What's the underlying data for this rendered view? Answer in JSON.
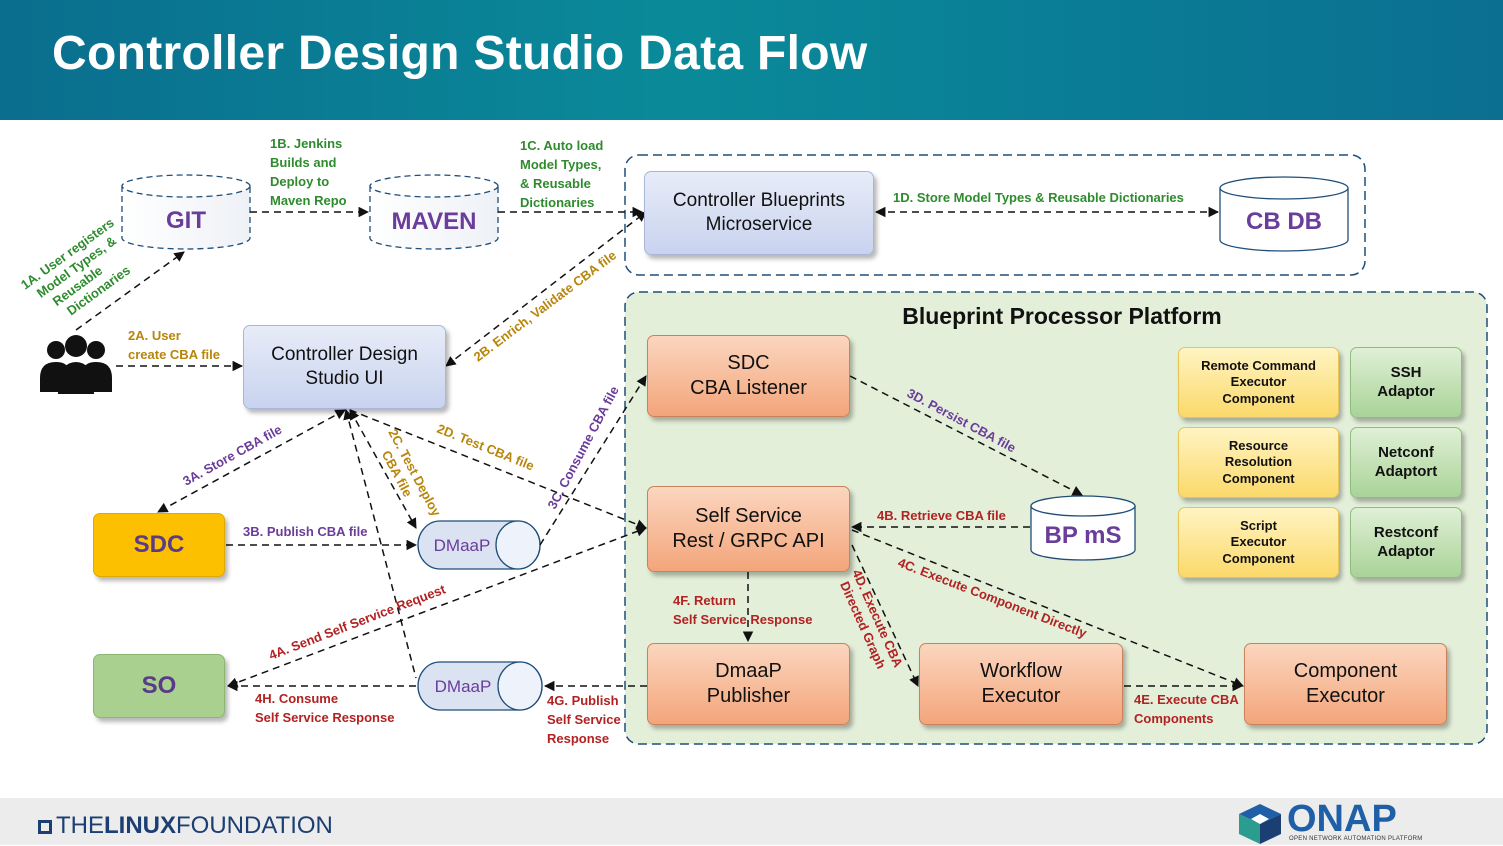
{
  "header": {
    "title": "Controller Design Studio Data Flow"
  },
  "footer": {
    "linux_the": "THE",
    "linux_bold": "LINUX",
    "linux_rest": "FOUNDATION",
    "onap": "ONAP",
    "onap_sub": "OPEN NETWORK AUTOMATION PLATFORM"
  },
  "colors": {
    "header": "#0a7f95",
    "green_label": "#2e8b2e",
    "gold_label": "#b8860b",
    "purple_label": "#6a3d9a",
    "red_label": "#b22222",
    "db_text": "#6a3d9a"
  },
  "diagram": {
    "platform_title": "Blueprint Processor Platform",
    "cylinders": {
      "git": "GIT",
      "maven": "MAVEN",
      "cbdb": "CB DB",
      "bpms": "BP mS",
      "dmaap1": "DMaaP",
      "dmaap2": "DMaaP"
    },
    "boxes": {
      "cbm": "Controller Blueprints\nMicroservice",
      "cds_ui": "Controller Design\nStudio UI",
      "listener": "SDC\nCBA Listener",
      "ssapi": "Self Service\nRest / GRPC API",
      "dmaap_pub": "DmaaP\nPublisher",
      "workflow": "Workflow\nExecutor",
      "component": "Component\nExecutor",
      "sdc": "SDC",
      "so": "SO",
      "remote": "Remote Command\nExecutor\nComponent",
      "resres": "Resource\nResolution\nComponent",
      "script": "Script\nExecutor\nComponent",
      "ssh": "SSH\nAdaptor",
      "netconf": "Netconf\nAdaptort",
      "restconf": "Restconf\nAdaptor"
    },
    "labels": {
      "l1a": [
        "1A. User registers",
        "Model Types, &",
        "Reusable",
        "Dictionaries"
      ],
      "l1b": [
        "1B. Jenkins",
        "Builds and",
        "Deploy to",
        "Maven Repo"
      ],
      "l1c": [
        "1C. Auto load",
        "Model Types,",
        "& Reusable",
        "Dictionaries"
      ],
      "l1d": "1D. Store Model Types & Reusable Dictionaries",
      "l2a": [
        "2A. User",
        "create CBA file"
      ],
      "l2b": "2B. Enrich, Validate CBA file",
      "l2c": [
        "2C. Test Deploy",
        "CBA file"
      ],
      "l2d": "2D. Test CBA file",
      "l3a": "3A. Store CBA file",
      "l3b": "3B. Publish CBA file",
      "l3c": "3C. Consume CBA file",
      "l3d": "3D. Persist CBA file",
      "l4a": "4A. Send Self Service Request",
      "l4b": "4B. Retrieve CBA file",
      "l4c": "4C. Execute Component Directly",
      "l4d": [
        "4D. Execute CBA",
        "Directed Graph"
      ],
      "l4e": [
        "4E. Execute CBA",
        "Components"
      ],
      "l4f": [
        "4F. Return",
        "Self Service Response"
      ],
      "l4g": [
        "4G. Publish",
        "Self Service",
        "Response"
      ],
      "l4h": [
        "4H. Consume",
        "Self Service Response"
      ]
    }
  }
}
